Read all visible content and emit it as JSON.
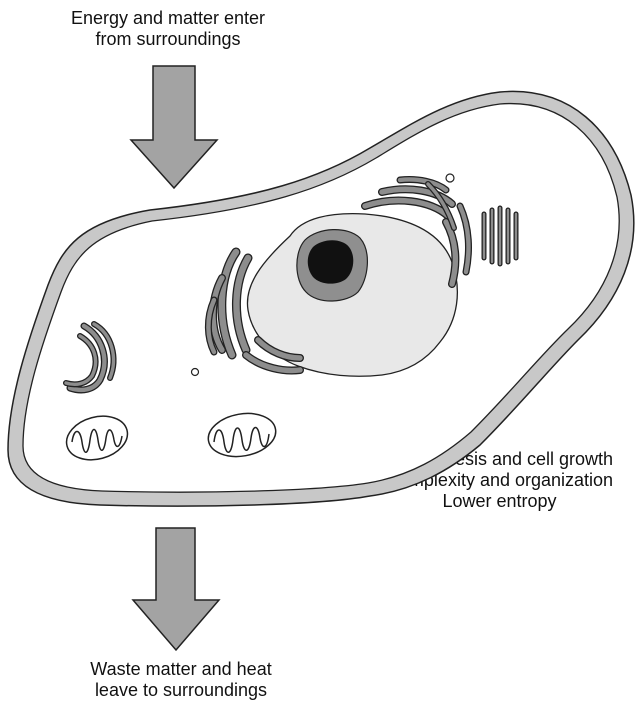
{
  "labels": {
    "input": [
      "Energy and matter enter",
      "from surroundings"
    ],
    "output": [
      "Waste matter and heat",
      "leave to surroundings"
    ],
    "cell": [
      "Biosynthesis and cell growth",
      "Complexity and organization",
      "Lower entropy"
    ]
  },
  "colors": {
    "arrow_fill": "#a3a3a3",
    "cell_membrane": "#c8c8c8",
    "cytoplasm": "#ffffff",
    "nucleus": "#e8e8e8",
    "nucleolus_ring": "#8f8f8f",
    "nucleolus_core": "#111111",
    "organelle": "#8d8d8d",
    "outline": "#222222"
  }
}
